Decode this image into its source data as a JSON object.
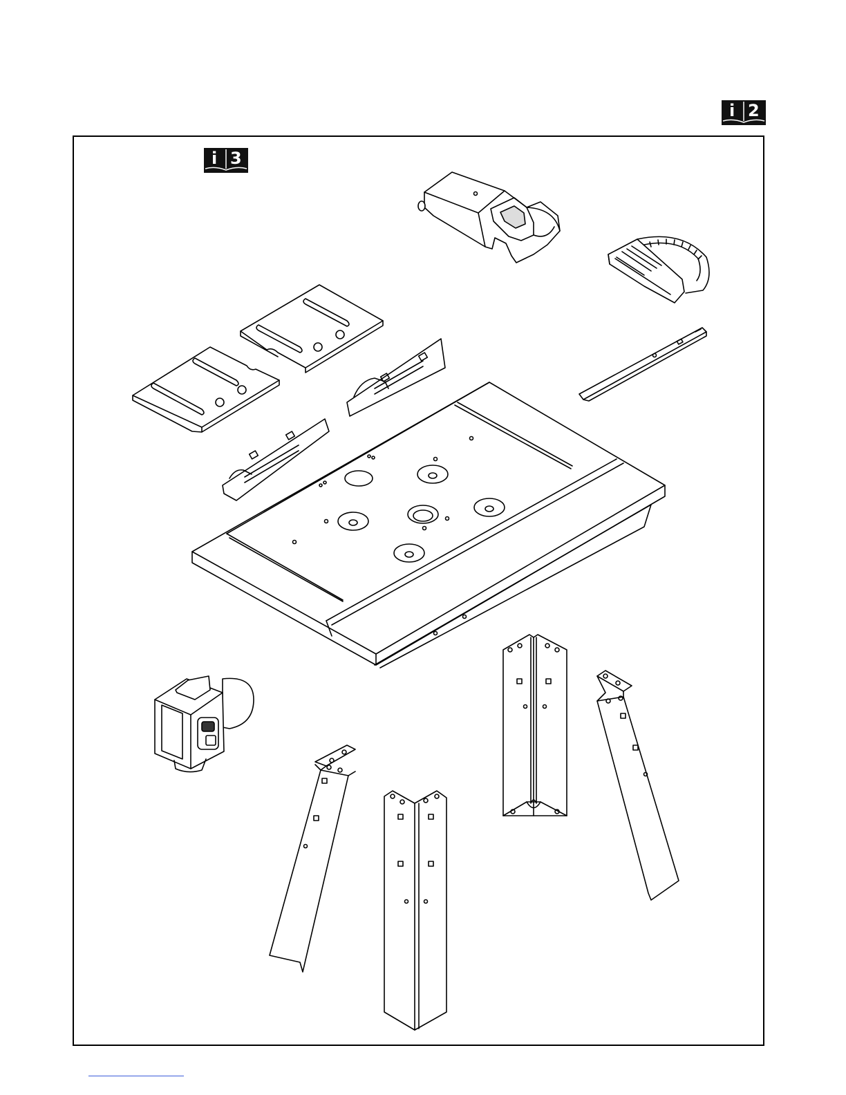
{
  "manual_page": {
    "badges": [
      {
        "id": "top",
        "letter": "i",
        "number": "2"
      },
      {
        "id": "inner",
        "letter": "i",
        "number": "3"
      }
    ],
    "parts": [
      "blade-guard",
      "mitre-gauge",
      "table-insert-plate-left",
      "table-insert-plate-right",
      "rip-fence-bracket-front",
      "rip-fence-bracket-rear",
      "guide-bar",
      "table-top",
      "switch-box",
      "leg-angled-front",
      "leg-corner-front",
      "leg-corner-rear",
      "leg-angled-rear"
    ],
    "colors": {
      "ink": "#000000",
      "paper": "#ffffff",
      "badge": "#111111",
      "footer_rule": "#3a5bd9"
    }
  }
}
